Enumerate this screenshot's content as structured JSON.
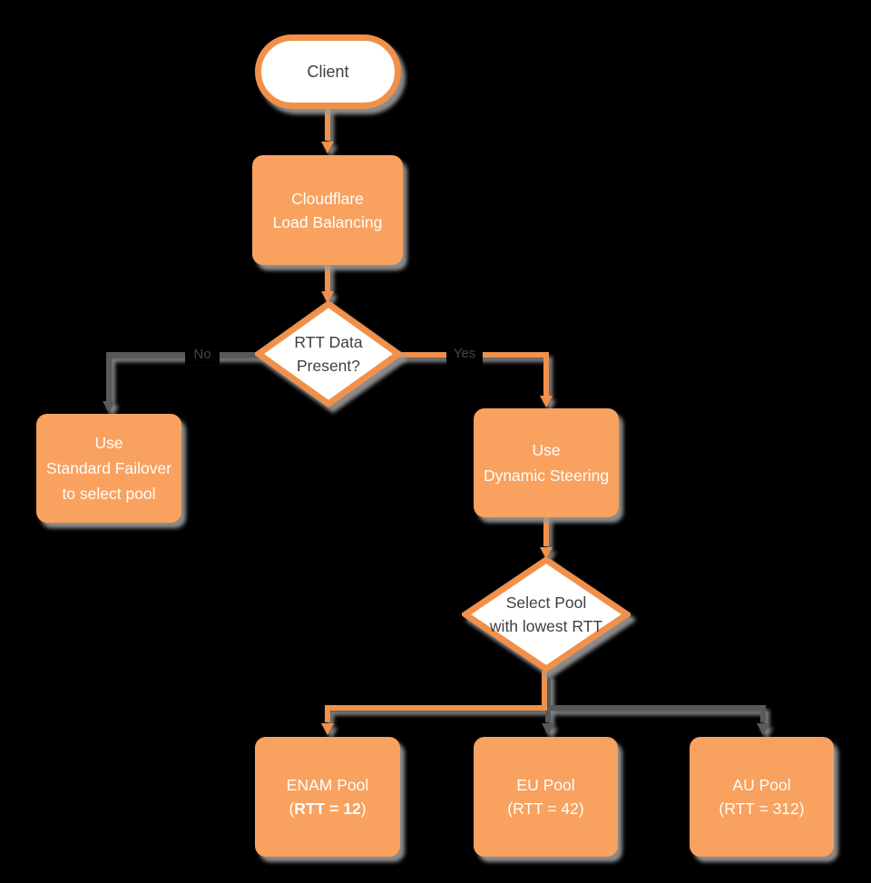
{
  "title": "Cloudflare Load Balancing flowchart",
  "colors": {
    "background": "#000000",
    "node_fill_orange": "#F9A15E",
    "node_border_orange": "#F0914B",
    "connector_orange": "#F0914B",
    "connector_gray": "#595959",
    "node_fill_white": "#FFFFFF",
    "text_on_orange": "#FFFFFF",
    "text_on_white": "#3F3F3F",
    "shadow": "#9A9A9A"
  },
  "nodes": {
    "client": {
      "type": "terminator",
      "lines": [
        "Client"
      ]
    },
    "load_balancer": {
      "type": "process",
      "lines": [
        "Cloudflare",
        "Load Balancing"
      ]
    },
    "rtt_decision": {
      "type": "decision",
      "lines": [
        "RTT Data",
        "Present?"
      ]
    },
    "standard_failover": {
      "type": "process",
      "lines": [
        "Use",
        "Standard Failover",
        "to select pool"
      ]
    },
    "dynamic_steering": {
      "type": "process",
      "lines": [
        "Use",
        "Dynamic Steering"
      ]
    },
    "select_pool": {
      "type": "decision",
      "lines": [
        "Select Pool",
        "with lowest RTT"
      ]
    },
    "enam_pool": {
      "type": "process",
      "lines": [
        "ENAM Pool"
      ],
      "rtt_open": "(",
      "rtt_bold": "RTT = 12",
      "rtt_close": ")"
    },
    "eu_pool": {
      "type": "process",
      "lines": [
        "EU Pool",
        "(RTT = 42)"
      ]
    },
    "au_pool": {
      "type": "process",
      "lines": [
        "AU Pool",
        "(RTT = 312)"
      ]
    }
  },
  "edge_labels": {
    "no": "No",
    "yes": "Yes"
  }
}
